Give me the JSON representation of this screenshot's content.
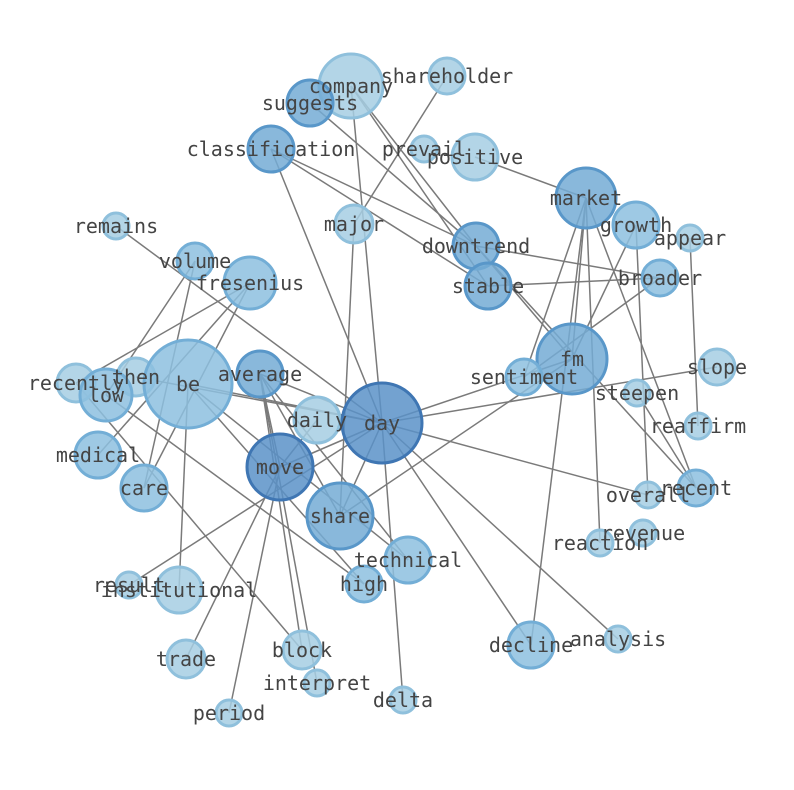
{
  "graph": {
    "nodes": [
      {
        "id": "company",
        "label": "company",
        "tone": 0
      },
      {
        "id": "shareholder",
        "label": "shareholder",
        "tone": 0
      },
      {
        "id": "suggests",
        "label": "suggests",
        "tone": 2
      },
      {
        "id": "classification",
        "label": "classification",
        "tone": 2
      },
      {
        "id": "prevail",
        "label": "prevail",
        "tone": 0
      },
      {
        "id": "positive",
        "label": "positive",
        "tone": 0
      },
      {
        "id": "market",
        "label": "market",
        "tone": 2
      },
      {
        "id": "growth",
        "label": "growth",
        "tone": 1
      },
      {
        "id": "appear",
        "label": "appear",
        "tone": 0
      },
      {
        "id": "remains",
        "label": "remains",
        "tone": 0
      },
      {
        "id": "major",
        "label": "major",
        "tone": 0
      },
      {
        "id": "downtrend",
        "label": "downtrend",
        "tone": 2
      },
      {
        "id": "volume",
        "label": "volume",
        "tone": 1
      },
      {
        "id": "fresenius",
        "label": "fresenius",
        "tone": 1
      },
      {
        "id": "stable",
        "label": "stable",
        "tone": 2
      },
      {
        "id": "broader",
        "label": "broader",
        "tone": 1
      },
      {
        "id": "fm",
        "label": "fm",
        "tone": 2
      },
      {
        "id": "slope",
        "label": "slope",
        "tone": 0
      },
      {
        "id": "recently",
        "label": "recently",
        "tone": 0
      },
      {
        "id": "then",
        "label": "then",
        "tone": 0
      },
      {
        "id": "low",
        "label": "low",
        "tone": 1
      },
      {
        "id": "be",
        "label": "be",
        "tone": 1
      },
      {
        "id": "average",
        "label": "average",
        "tone": 2
      },
      {
        "id": "sentiment",
        "label": "sentiment",
        "tone": 1
      },
      {
        "id": "steepen",
        "label": "steepen",
        "tone": 0
      },
      {
        "id": "reaffirm",
        "label": "reaffirm",
        "tone": 0
      },
      {
        "id": "daily",
        "label": "daily",
        "tone": 0
      },
      {
        "id": "day",
        "label": "day",
        "tone": 3
      },
      {
        "id": "medical",
        "label": "medical",
        "tone": 1
      },
      {
        "id": "move",
        "label": "move",
        "tone": 3
      },
      {
        "id": "recent",
        "label": "recent",
        "tone": 1
      },
      {
        "id": "overall",
        "label": "overall",
        "tone": 0
      },
      {
        "id": "care",
        "label": "care",
        "tone": 1
      },
      {
        "id": "share",
        "label": "share",
        "tone": 2
      },
      {
        "id": "revenue",
        "label": "revenue",
        "tone": 0
      },
      {
        "id": "reaction",
        "label": "reaction",
        "tone": 0
      },
      {
        "id": "technical",
        "label": "technical",
        "tone": 1
      },
      {
        "id": "result",
        "label": "result",
        "tone": 0
      },
      {
        "id": "institutional",
        "label": "institutional",
        "tone": 0
      },
      {
        "id": "high",
        "label": "high",
        "tone": 1
      },
      {
        "id": "analysis",
        "label": "analysis",
        "tone": 0
      },
      {
        "id": "decline",
        "label": "decline",
        "tone": 1
      },
      {
        "id": "block",
        "label": "block",
        "tone": 0
      },
      {
        "id": "trade",
        "label": "trade",
        "tone": 0
      },
      {
        "id": "interpret",
        "label": "interpret",
        "tone": 0
      },
      {
        "id": "delta",
        "label": "delta",
        "tone": 0
      },
      {
        "id": "period",
        "label": "period",
        "tone": 0
      }
    ],
    "edges": [
      [
        "company",
        "day"
      ],
      [
        "company",
        "downtrend"
      ],
      [
        "company",
        "stable"
      ],
      [
        "shareholder",
        "major"
      ],
      [
        "suggests",
        "downtrend"
      ],
      [
        "classification",
        "downtrend"
      ],
      [
        "classification",
        "stable"
      ],
      [
        "classification",
        "day"
      ],
      [
        "positive",
        "market"
      ],
      [
        "market",
        "fm"
      ],
      [
        "market",
        "sentiment"
      ],
      [
        "market",
        "decline"
      ],
      [
        "market",
        "reaction"
      ],
      [
        "market",
        "recent"
      ],
      [
        "growth",
        "fm"
      ],
      [
        "growth",
        "overall"
      ],
      [
        "appear",
        "reaffirm"
      ],
      [
        "remains",
        "day"
      ],
      [
        "major",
        "share"
      ],
      [
        "downtrend",
        "broader"
      ],
      [
        "downtrend",
        "fm"
      ],
      [
        "downtrend",
        "recent"
      ],
      [
        "stable",
        "broader"
      ],
      [
        "volume",
        "low"
      ],
      [
        "volume",
        "care"
      ],
      [
        "fresenius",
        "recently"
      ],
      [
        "fresenius",
        "medical"
      ],
      [
        "fresenius",
        "care"
      ],
      [
        "broader",
        "sentiment"
      ],
      [
        "fm",
        "share"
      ],
      [
        "be",
        "day"
      ],
      [
        "be",
        "institutional"
      ],
      [
        "be",
        "high"
      ],
      [
        "be",
        "technical"
      ],
      [
        "low",
        "high"
      ],
      [
        "average",
        "move"
      ],
      [
        "average",
        "share"
      ],
      [
        "average",
        "block"
      ],
      [
        "average",
        "interpret"
      ],
      [
        "average",
        "technical"
      ],
      [
        "average",
        "day"
      ],
      [
        "then",
        "day"
      ],
      [
        "day",
        "slope"
      ],
      [
        "day",
        "fm"
      ],
      [
        "day",
        "move"
      ],
      [
        "day",
        "share"
      ],
      [
        "day",
        "overall"
      ],
      [
        "day",
        "delta"
      ],
      [
        "day",
        "decline"
      ],
      [
        "day",
        "analysis"
      ],
      [
        "day",
        "result"
      ],
      [
        "move",
        "trade"
      ],
      [
        "move",
        "period"
      ],
      [
        "move",
        "daily"
      ],
      [
        "recently",
        "block"
      ],
      [
        "steepen",
        "recent"
      ]
    ]
  },
  "colors": {
    "tones": [
      "#a6cee3",
      "#8dbfdf",
      "#74acd5",
      "#5a92c8"
    ],
    "strokes": [
      "#8fc0dc",
      "#73aed6",
      "#5997c9",
      "#3f76b3"
    ],
    "edge": "#7a7a7a",
    "label": "#444444",
    "background": "#ffffff"
  }
}
